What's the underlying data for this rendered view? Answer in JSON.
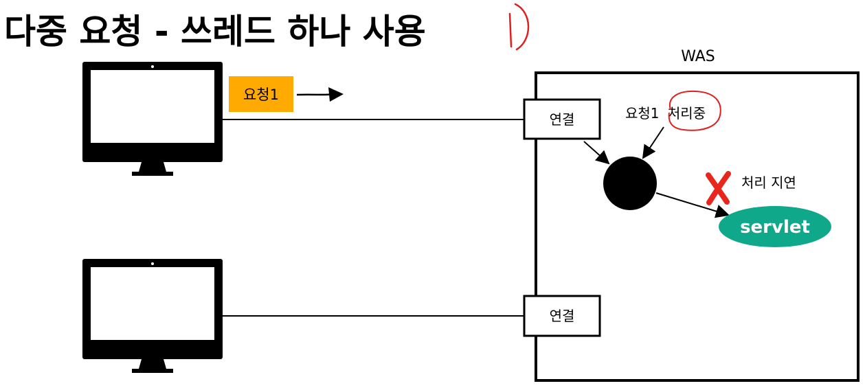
{
  "title": "다중 요청 - 쓰레드 하나 사용",
  "annotation_mark": "1)",
  "was_label": "WAS",
  "request_tag": "요청1",
  "connection_label_top": "연결",
  "connection_label_bottom": "연결",
  "thread_label_prefix": "요청1",
  "thread_label_status": "처리중",
  "delay_label": "처리 지연",
  "servlet_label": "servlet",
  "colors": {
    "request_tag_bg": "#FFAA00",
    "servlet_bg": "#0FA88A",
    "annotation_red": "#E02020",
    "cross_red": "#E8261C"
  }
}
